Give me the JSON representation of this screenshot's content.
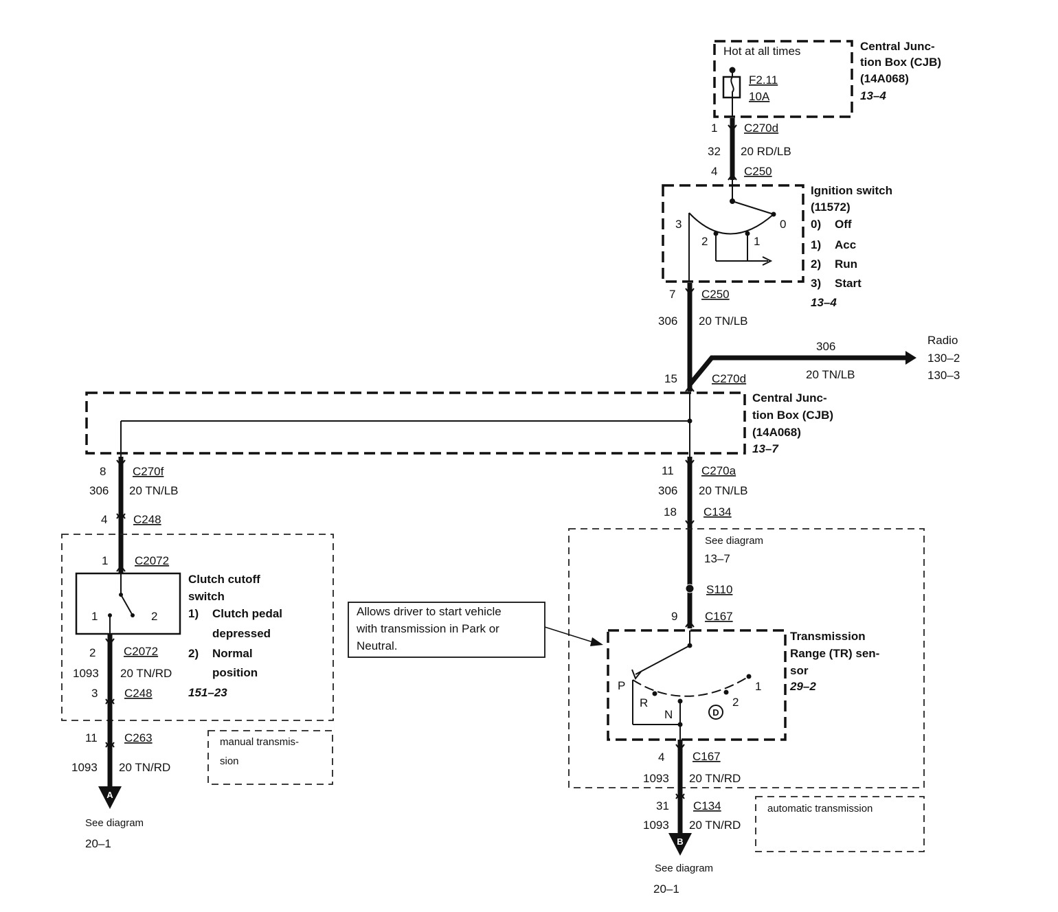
{
  "fuse_box": {
    "hot_label": "Hot at all times",
    "fuse_id": "F2.11",
    "fuse_rating": "10A",
    "title_lines": [
      "Central Junc-",
      "tion Box (CJB)",
      "(14A068)"
    ],
    "ref": "13–4"
  },
  "wire_top": {
    "pin_top": "1",
    "connector_top": "C270d",
    "circuit": "32",
    "spec": "20 RD/LB",
    "pin_bottom": "4",
    "connector_bottom": "C250"
  },
  "ignition": {
    "title_lines": [
      "Ignition switch",
      "(11572)"
    ],
    "positions": [
      {
        "num": "0)",
        "name": "Off"
      },
      {
        "num": "1)",
        "name": "Acc"
      },
      {
        "num": "2)",
        "name": "Run"
      },
      {
        "num": "3)",
        "name": "Start"
      }
    ],
    "ref": "13–4",
    "terminal_labels": [
      "3",
      "0",
      "2",
      "1"
    ]
  },
  "wire_mid": {
    "pin_top": "7",
    "connector_top": "C250",
    "circuit": "306",
    "spec": "20 TN/LB",
    "pin_bottom": "15",
    "connector_bottom": "C270d"
  },
  "radio_branch": {
    "circuit": "306",
    "spec": "20 TN/LB",
    "dest": "Radio",
    "refs": [
      "130–2",
      "130–3"
    ]
  },
  "cjb2": {
    "title_lines": [
      "Central Junc-",
      "tion Box (CJB)",
      "(14A068)"
    ],
    "ref": "13–7"
  },
  "left_branch": {
    "pin1": "8",
    "conn1": "C270f",
    "circuit1": "306",
    "spec1": "20 TN/LB",
    "pin2": "4",
    "conn2": "C248",
    "pin3": "1",
    "conn3": "C2072"
  },
  "clutch": {
    "title_lines": [
      "Clutch cutoff",
      "switch"
    ],
    "positions": [
      {
        "num": "1)",
        "lines": [
          "Clutch pedal",
          "depressed"
        ]
      },
      {
        "num": "2)",
        "lines": [
          "Normal",
          "position"
        ]
      }
    ],
    "ref": "151–23",
    "terminal_labels": [
      "1",
      "2"
    ]
  },
  "left_lower": {
    "pin1": "2",
    "conn1": "C2072",
    "circuit": "1093",
    "spec": "20 TN/RD",
    "pin2": "3",
    "conn2": "C248",
    "pin3": "11",
    "conn3": "C263",
    "circuit2": "1093",
    "spec2": "20 TN/RD",
    "arrow_letter": "A",
    "see_label": "See diagram",
    "see_ref": "20–1"
  },
  "manual_note": {
    "lines": [
      "manual transmis-",
      "sion"
    ]
  },
  "right_branch": {
    "pin1": "11",
    "conn1": "C270a",
    "circuit": "306",
    "spec": "20 TN/LB",
    "pin2": "18",
    "conn2": "C134",
    "see_label": "See diagram",
    "see_ref": "13–7",
    "splice": "S110",
    "pin3": "9",
    "conn3": "C167"
  },
  "callout": {
    "lines": [
      "Allows driver to start vehicle",
      "with transmission in Park or",
      "Neutral."
    ]
  },
  "tr_sensor": {
    "title_lines": [
      "Transmission",
      "Range (TR) sen-",
      "sor"
    ],
    "ref": "29–2",
    "positions": [
      "P",
      "R",
      "N",
      "D",
      "2",
      "1"
    ]
  },
  "right_lower": {
    "pin1": "4",
    "conn1": "C167",
    "circuit": "1093",
    "spec": "20 TN/RD",
    "pin2": "31",
    "conn2": "C134",
    "circuit2": "1093",
    "spec2": "20 TN/RD",
    "arrow_letter": "B",
    "see_label": "See diagram",
    "see_ref": "20–1"
  },
  "auto_note": {
    "text": "automatic transmission"
  }
}
